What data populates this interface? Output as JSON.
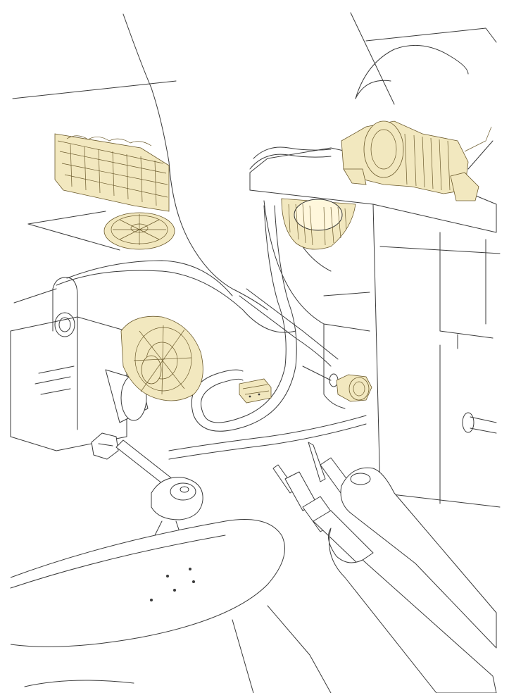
{
  "scene": {
    "background": "#ffffff",
    "line_color": "#3a3a3a",
    "part_fill": "#f2e8bf",
    "part_stroke": "#6b5a2c",
    "components": [
      "engine-block",
      "gear-disc",
      "stator-ring",
      "winch-motor",
      "turbine-rotor",
      "small-relay",
      "connector-plug",
      "probe-cables",
      "hex-bolt-arm",
      "skateboard-deck"
    ]
  }
}
